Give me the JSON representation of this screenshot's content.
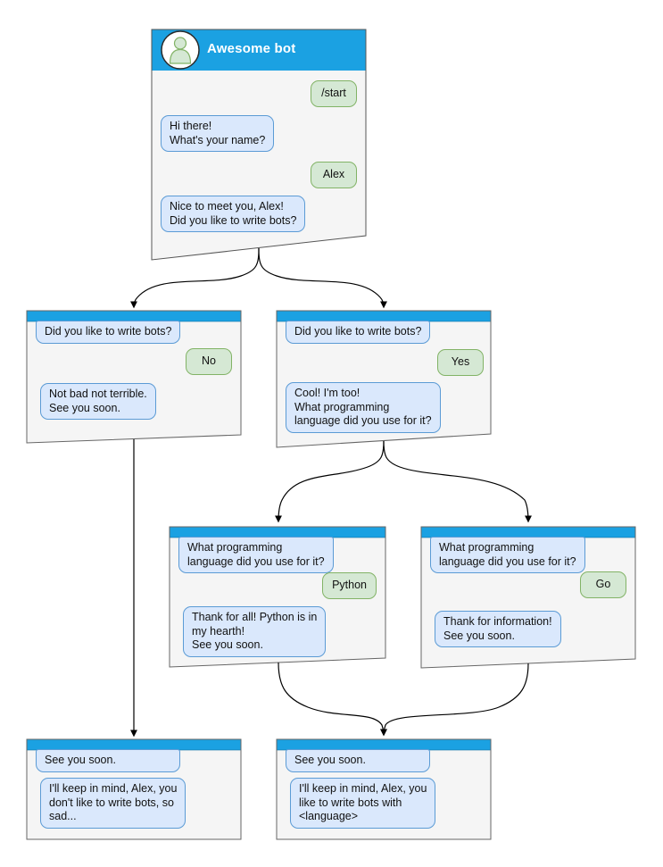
{
  "theme": {
    "header_blue": "#1BA1E2",
    "window_bg": "#F5F5F5",
    "window_border": "#565656",
    "bot_bubble_bg": "#DAE8FC",
    "bot_bubble_border": "#5B9BD5",
    "user_bubble_bg": "#D5E8D4",
    "user_bubble_border": "#82B366",
    "arrow_color": "#000000"
  },
  "windows": [
    {
      "name": "main",
      "title": "Awesome bot",
      "avatar_icon": "person-icon",
      "messages": [
        {
          "from": "user",
          "text": "/start"
        },
        {
          "from": "bot",
          "text": "Hi there!\nWhat's your name?"
        },
        {
          "from": "user",
          "text": "Alex"
        },
        {
          "from": "bot",
          "text": "Nice to meet you, Alex!\nDid you like to write bots?"
        }
      ]
    },
    {
      "name": "branch-no",
      "messages": [
        {
          "from": "bot",
          "text": "Did you like to write bots?"
        },
        {
          "from": "user",
          "text": "No"
        },
        {
          "from": "bot",
          "text": "Not bad not terrible.\nSee you soon."
        }
      ]
    },
    {
      "name": "branch-yes",
      "messages": [
        {
          "from": "bot",
          "text": "Did you like to write bots?"
        },
        {
          "from": "user",
          "text": "Yes"
        },
        {
          "from": "bot",
          "text": "Cool! I'm too!\nWhat programming\nlanguage did you use for it?"
        }
      ]
    },
    {
      "name": "branch-python",
      "messages": [
        {
          "from": "bot",
          "text": "What programming\nlanguage did you use for it?"
        },
        {
          "from": "user",
          "text": "Python"
        },
        {
          "from": "bot",
          "text": "Thank for all! Python is in\nmy hearth!\nSee you soon."
        }
      ]
    },
    {
      "name": "branch-go",
      "messages": [
        {
          "from": "bot",
          "text": "What programming\nlanguage did you use for it?"
        },
        {
          "from": "user",
          "text": "Go"
        },
        {
          "from": "bot",
          "text": "Thank for information!\nSee you soon."
        }
      ]
    },
    {
      "name": "end-no",
      "messages": [
        {
          "from": "bot",
          "text": "See you soon."
        },
        {
          "from": "bot",
          "text": "I'll keep in mind, Alex, you\ndon't like to write bots, so\nsad..."
        }
      ]
    },
    {
      "name": "end-yes",
      "messages": [
        {
          "from": "bot",
          "text": "See you soon."
        },
        {
          "from": "bot",
          "text": "I'll keep in mind, Alex, you\nlike to write bots with\n<language>"
        }
      ]
    }
  ]
}
